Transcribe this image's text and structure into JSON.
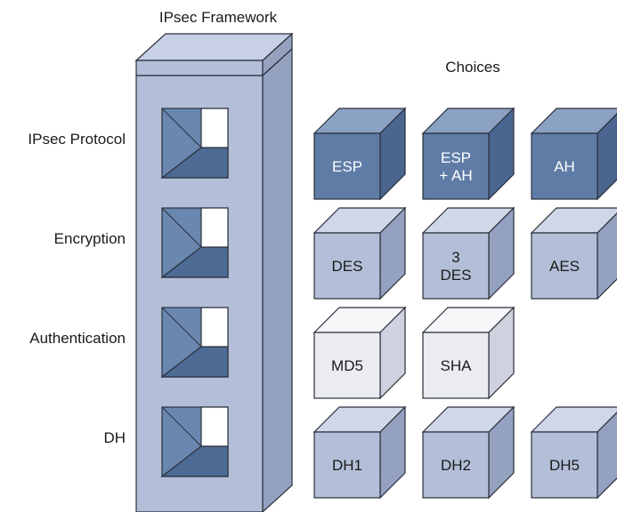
{
  "framework_title": "IPsec Framework",
  "choices_title": "Choices",
  "colors": {
    "outline": "#2a2f3a",
    "dark_front": "#5e7ca6",
    "dark_top": "#8aa1c3",
    "dark_side": "#4a6690",
    "mid_front": "#b3bfd8",
    "mid_top": "#cfd7e8",
    "mid_side": "#94a2c0",
    "light_front": "#ebecf2",
    "light_top": "#f7f7fa",
    "light_side": "#cfd2de",
    "window_inner": "#6a87b0",
    "window_floor": "#4d6b95"
  },
  "rows": [
    {
      "label": "IPsec Protocol",
      "shade": "dark",
      "choices": [
        {
          "lines": [
            "ESP"
          ]
        },
        {
          "lines": [
            "ESP",
            "+ AH"
          ]
        },
        {
          "lines": [
            "AH"
          ]
        }
      ]
    },
    {
      "label": "Encryption",
      "shade": "mid",
      "choices": [
        {
          "lines": [
            "DES"
          ]
        },
        {
          "lines": [
            "3",
            "DES"
          ]
        },
        {
          "lines": [
            "AES"
          ]
        }
      ]
    },
    {
      "label": "Authentication",
      "shade": "light",
      "choices": [
        {
          "lines": [
            "MD5"
          ]
        },
        {
          "lines": [
            "SHA"
          ]
        }
      ]
    },
    {
      "label": "DH",
      "shade": "mid",
      "choices": [
        {
          "lines": [
            "DH1"
          ]
        },
        {
          "lines": [
            "DH2"
          ]
        },
        {
          "lines": [
            "DH5"
          ]
        }
      ]
    }
  ]
}
